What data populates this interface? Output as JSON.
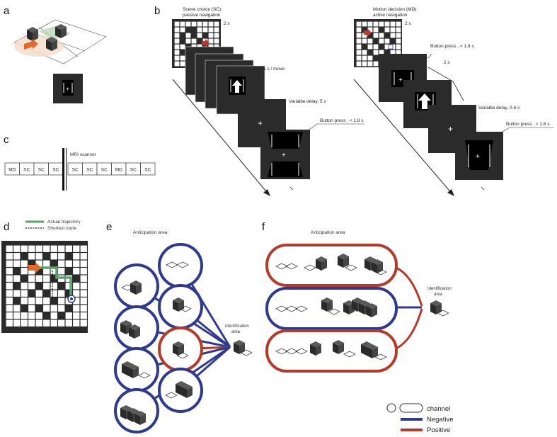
{
  "colors": {
    "negative": "#2e3a8f",
    "positive": "#b73a28",
    "trajectory": "#5aa36a",
    "arrow": "#e06a2a",
    "screen": "#2b2b2b",
    "cube": "#3a3a3a"
  },
  "panels": {
    "a": {
      "letter": "a"
    },
    "b": {
      "letter": "b",
      "sc": {
        "title_line1": "Scene choice (SC):",
        "title_line2": "passive navigation",
        "t1": "2 s",
        "t2": "1 s / move",
        "t3": "Variable delay, 5 s",
        "t4": "Button press , < 1.8 s"
      },
      "md": {
        "title_line1": "Motion decision (MD):",
        "title_line2": "active navigation",
        "t1": "2 s",
        "t2": "Button press , < 1.8 s",
        "t3": "2 s",
        "t4": "Variable delay, 0-6 s",
        "t5": "Button press , < 1.8 s"
      }
    },
    "c": {
      "letter": "c",
      "scanner_label": "MRI scanner",
      "before": [
        "MD",
        "SC",
        "SC",
        "SC"
      ],
      "after": [
        "SC",
        "SC",
        "SC",
        "MD",
        "SC",
        "SC"
      ]
    },
    "d": {
      "letter": "d",
      "legend_actual": "Actual trajectory",
      "legend_shortest": "Shortest route"
    },
    "e": {
      "letter": "e",
      "anticipation": "Anticipation area",
      "identification_line1": "Identification",
      "identification_line2": "area"
    },
    "f": {
      "letter": "f",
      "anticipation": "Anticipation area",
      "identification_line1": "Identification",
      "identification_line2": "area"
    }
  },
  "legend": {
    "channel": "channel",
    "negative": "Negative",
    "positive": "Positive"
  }
}
